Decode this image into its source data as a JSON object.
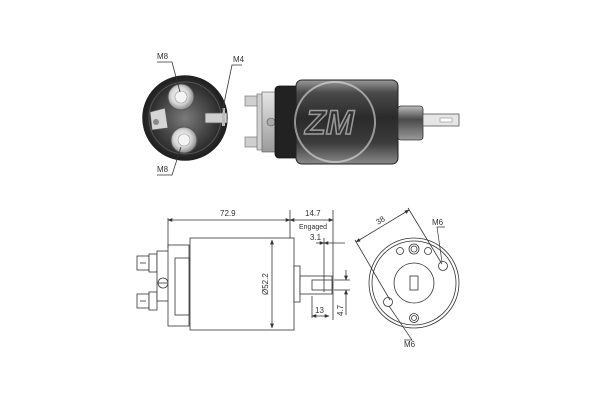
{
  "photos": {
    "end_view": {
      "labels": {
        "top_terminal": "M8",
        "bottom_terminal": "M8",
        "switch_terminal": "M4"
      }
    },
    "side_view": {
      "watermark": "logo-emblem"
    }
  },
  "drawing": {
    "side_view": {
      "dimensions": {
        "body_length": "72.9",
        "plunger_travel": "14.7",
        "engaged_label": "Engaged",
        "plunger_offset": "3.1",
        "body_diameter": "Ø52.2",
        "slot_length": "13",
        "slot_width": "4.7"
      }
    },
    "flange_view": {
      "dimensions": {
        "bolt_spacing": "38",
        "upper_thread": "M6",
        "lower_thread": "M6"
      }
    }
  },
  "colors": {
    "line": "#333333",
    "photo_dark": "#2a2a2a",
    "photo_mid": "#6b6b6b",
    "photo_light": "#cfcfcf",
    "background": "#ffffff"
  }
}
